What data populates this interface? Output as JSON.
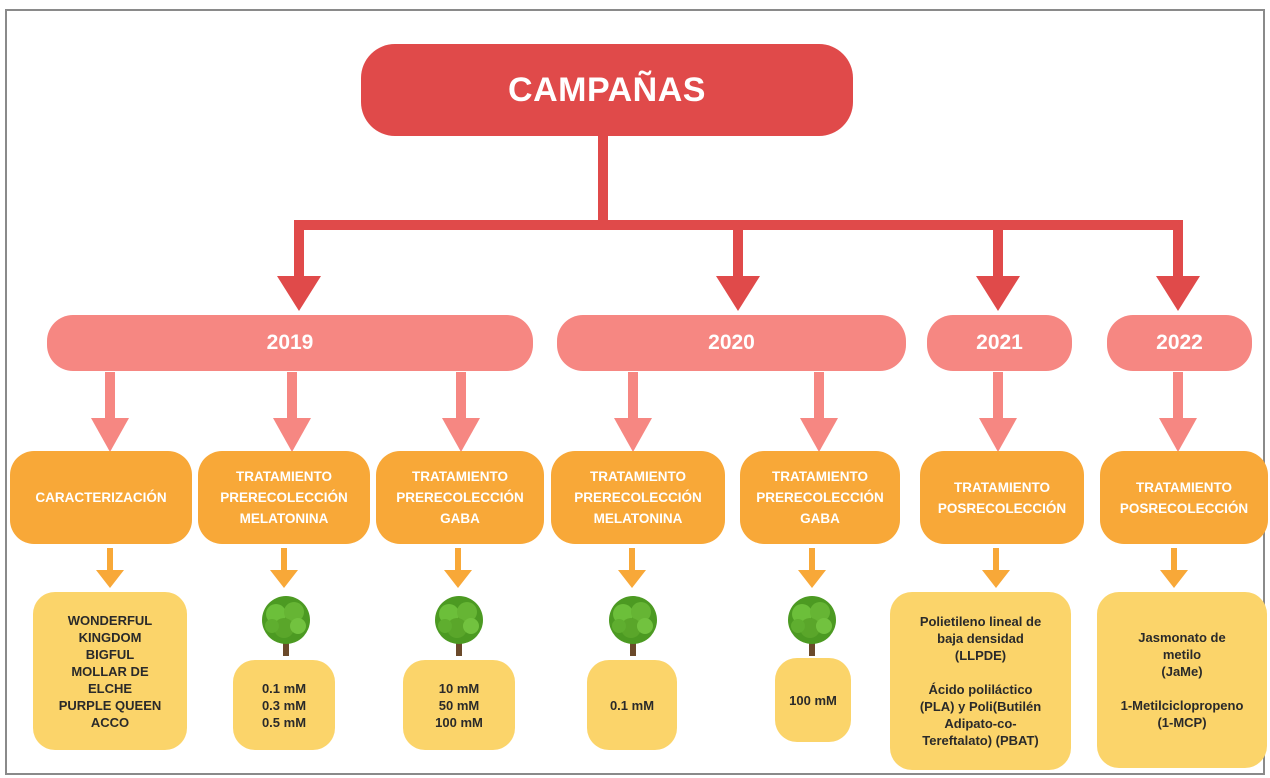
{
  "root": {
    "label": "CAMPAÑAS"
  },
  "years": [
    {
      "label": "2019"
    },
    {
      "label": "2020"
    },
    {
      "label": "2021"
    },
    {
      "label": "2022"
    }
  ],
  "treatments": [
    {
      "label": "CARACTERIZACIÓN"
    },
    {
      "label": "TRATAMIENTO\nPRERECOLECCIÓN\nMELATONINA"
    },
    {
      "label": "TRATAMIENTO\nPRERECOLECCIÓN\nGABA"
    },
    {
      "label": "TRATAMIENTO\nPRERECOLECCIÓN\nMELATONINA"
    },
    {
      "label": "TRATAMIENTO\nPRERECOLECCIÓN\nGABA"
    },
    {
      "label": "TRATAMIENTO\nPOSRECOLECCIÓN"
    },
    {
      "label": "TRATAMIENTO\nPOSRECOLECCIÓN"
    }
  ],
  "details": [
    {
      "text": "WONDERFUL\nKINGDOM\nBIGFUL\nMOLLAR DE\nELCHE\nPURPLE QUEEN\nACCO"
    },
    {
      "text": "0.1 mM\n0.3 mM\n0.5 mM"
    },
    {
      "text": "10 mM\n50 mM\n100 mM"
    },
    {
      "text": "0.1 mM"
    },
    {
      "text": "100 mM"
    },
    {
      "text": "Polietileno lineal de\nbaja densidad\n(LLPDE)\n\nÁcido poliláctico\n(PLA) y Poli(Butilén\nAdipato-co-\nTereftalato) (PBAT)"
    },
    {
      "text": "Jasmonato de\nmetilo\n(JaMe)\n\n1-Metilciclopropeno\n(1-MCP)"
    }
  ],
  "colors": {
    "root": "#e04a4a",
    "year": "#f68782",
    "treatment": "#f8a838",
    "detail": "#fbd46a",
    "tree_foliage": "#5aa62a",
    "tree_trunk": "#6b4a2b"
  },
  "icons": [
    "tree-icon",
    "tree-icon",
    "tree-icon",
    "tree-icon"
  ]
}
